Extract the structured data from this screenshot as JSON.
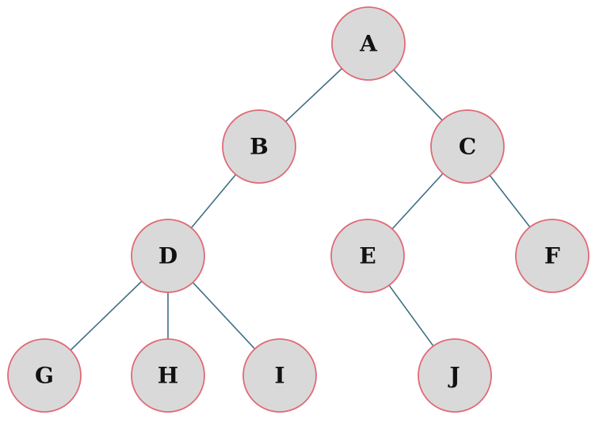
{
  "diagram": {
    "nodes": [
      {
        "id": "A",
        "label": "A"
      },
      {
        "id": "B",
        "label": "B"
      },
      {
        "id": "C",
        "label": "C"
      },
      {
        "id": "D",
        "label": "D"
      },
      {
        "id": "E",
        "label": "E"
      },
      {
        "id": "F",
        "label": "F"
      },
      {
        "id": "G",
        "label": "G"
      },
      {
        "id": "H",
        "label": "H"
      },
      {
        "id": "I",
        "label": "I"
      },
      {
        "id": "J",
        "label": "J"
      }
    ],
    "edges": [
      {
        "from": "A",
        "to": "B"
      },
      {
        "from": "A",
        "to": "C"
      },
      {
        "from": "B",
        "to": "D"
      },
      {
        "from": "C",
        "to": "E"
      },
      {
        "from": "C",
        "to": "F"
      },
      {
        "from": "D",
        "to": "G"
      },
      {
        "from": "D",
        "to": "H"
      },
      {
        "from": "D",
        "to": "I"
      },
      {
        "from": "E",
        "to": "J"
      }
    ],
    "colors": {
      "node_fill": "#d9d9d9",
      "node_border": "#e06a78",
      "edge": "#3f6f86",
      "label": "#111111"
    }
  }
}
